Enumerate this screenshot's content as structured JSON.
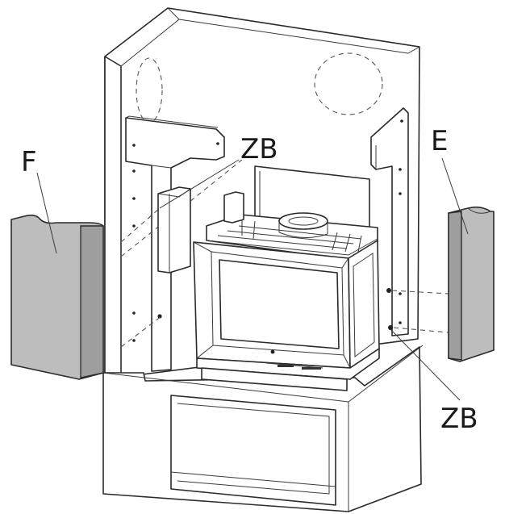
{
  "labels": {
    "panel_left": "F",
    "panel_right": "E",
    "screws_top": "ZB",
    "screws_bottom": "ZB"
  },
  "colors": {
    "line": "#2a2a2a",
    "panel_fill": "#bdbdbd",
    "background": "#ffffff"
  }
}
